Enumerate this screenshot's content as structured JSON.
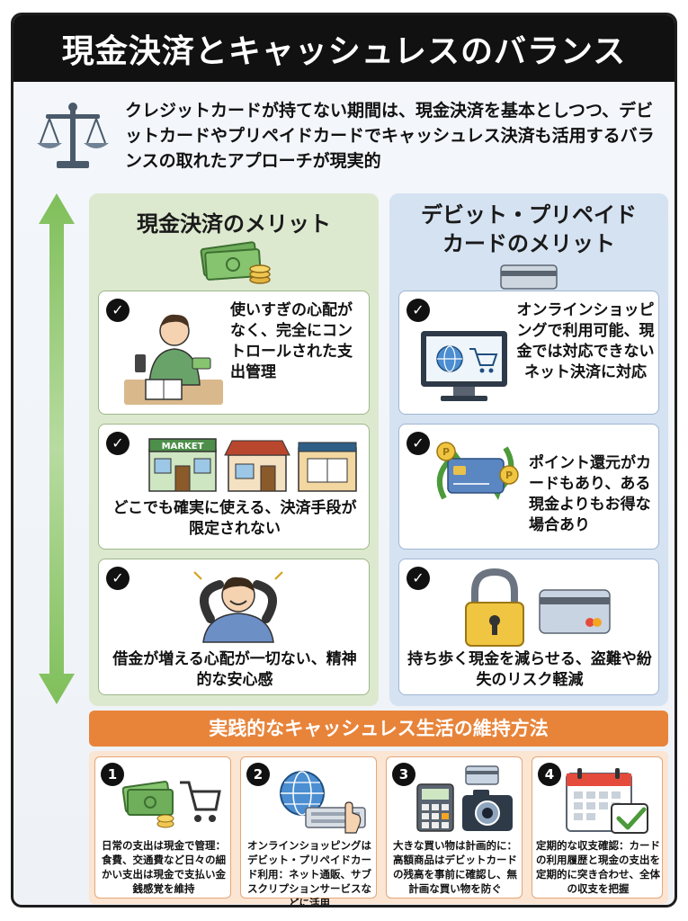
{
  "title": "現金決済とキャッシュレスのバランス",
  "intro": "クレジットカードが持てない期間は、現金決済を基本としつつ、デビットカードやプリペイドカードでキャッシュレス決済も活用するバランスの取れたアプローチが現実的",
  "left": {
    "title": "現金決済のメリット",
    "cards": [
      {
        "text": "使いすぎの心配がなく、完全にコントロールされた支出管理"
      },
      {
        "text": "どこでも確実に使える、決済手段が限定されない"
      },
      {
        "text": "借金が増える心配が一切ない、精神的な安心感"
      }
    ],
    "market_sign": "MARKET"
  },
  "right": {
    "title": "デビット・プリペイドカードのメリット",
    "cards": [
      {
        "text": "オンラインショッピングで利用可能、現金では対応できないネット決済に対応"
      },
      {
        "text": "ポイント還元がカードもあり、ある現金よりもお得な場合あり"
      },
      {
        "text": "持ち歩く現金を減らせる、盗難や紛失のリスク軽減"
      }
    ]
  },
  "bottom": {
    "banner": "実践的なキャッシュレス生活の維持方法",
    "steps": [
      {
        "num": "1",
        "text": "日常の支出は現金で管理：食費、交通費など日々の細かい支出は現金で支払い金銭感覚を維持"
      },
      {
        "num": "2",
        "text": "オンラインショッピングはデビット・プリペイドカード利用：ネット通販、サブスクリプションサービスなどに活用"
      },
      {
        "num": "3",
        "text": "大きな買い物は計画的に：高額商品はデビットカードの残高を事前に確認し、無計画な買い物を防ぐ"
      },
      {
        "num": "4",
        "text": "定期的な収支確認：カードの利用履歴と現金の支出を定期的に突き合わせ、全体の収支を把握"
      }
    ]
  },
  "colors": {
    "orange": "#e8843a",
    "green_panel": "#dde9cf",
    "blue_panel": "#d5e2f1"
  }
}
